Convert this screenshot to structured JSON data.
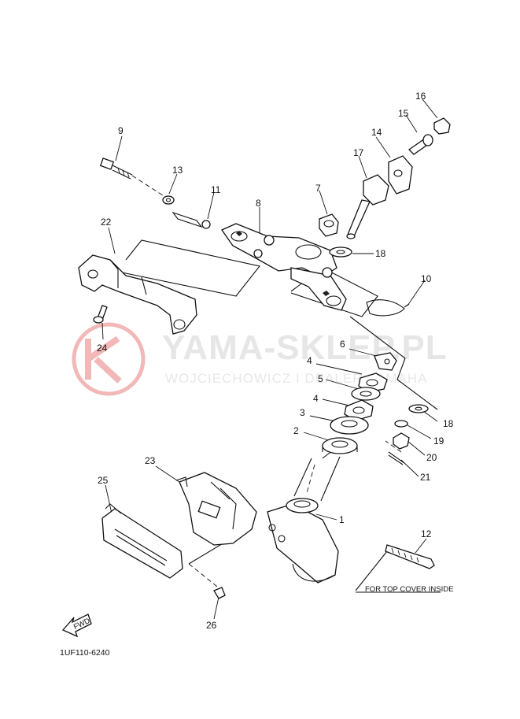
{
  "watermark": {
    "title": "YAMA-SKLEP.PL",
    "subtitle": "WOJCIECHOWICZ I DEALER YAMAHA",
    "color": "#e6e6e6",
    "logo_color": "#f2b8b8"
  },
  "callouts": [
    "1",
    "2",
    "3",
    "4",
    "4",
    "5",
    "6",
    "7",
    "8",
    "9",
    "10",
    "11",
    "12",
    "13",
    "14",
    "15",
    "16",
    "17",
    "18",
    "18",
    "19",
    "20",
    "21",
    "22",
    "23",
    "24",
    "25",
    "26"
  ],
  "note": "FOR TOP COVER INSIDE",
  "direction_label": "FWD",
  "diagram_code": "1UF110-6240"
}
